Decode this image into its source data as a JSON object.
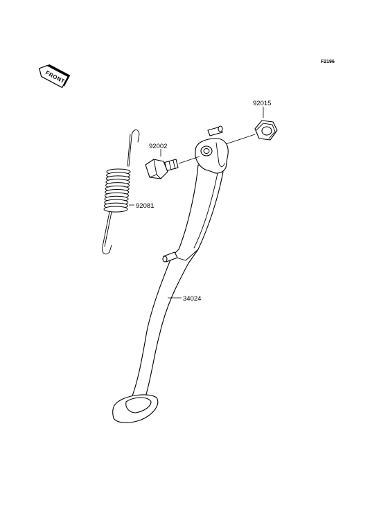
{
  "diagram": {
    "code": "F2196",
    "front_label": "FRONT",
    "parts": [
      {
        "id": "spring",
        "label": "92081"
      },
      {
        "id": "bolt",
        "label": "92002"
      },
      {
        "id": "nut",
        "label": "92015"
      },
      {
        "id": "stand",
        "label": "34024"
      }
    ]
  }
}
